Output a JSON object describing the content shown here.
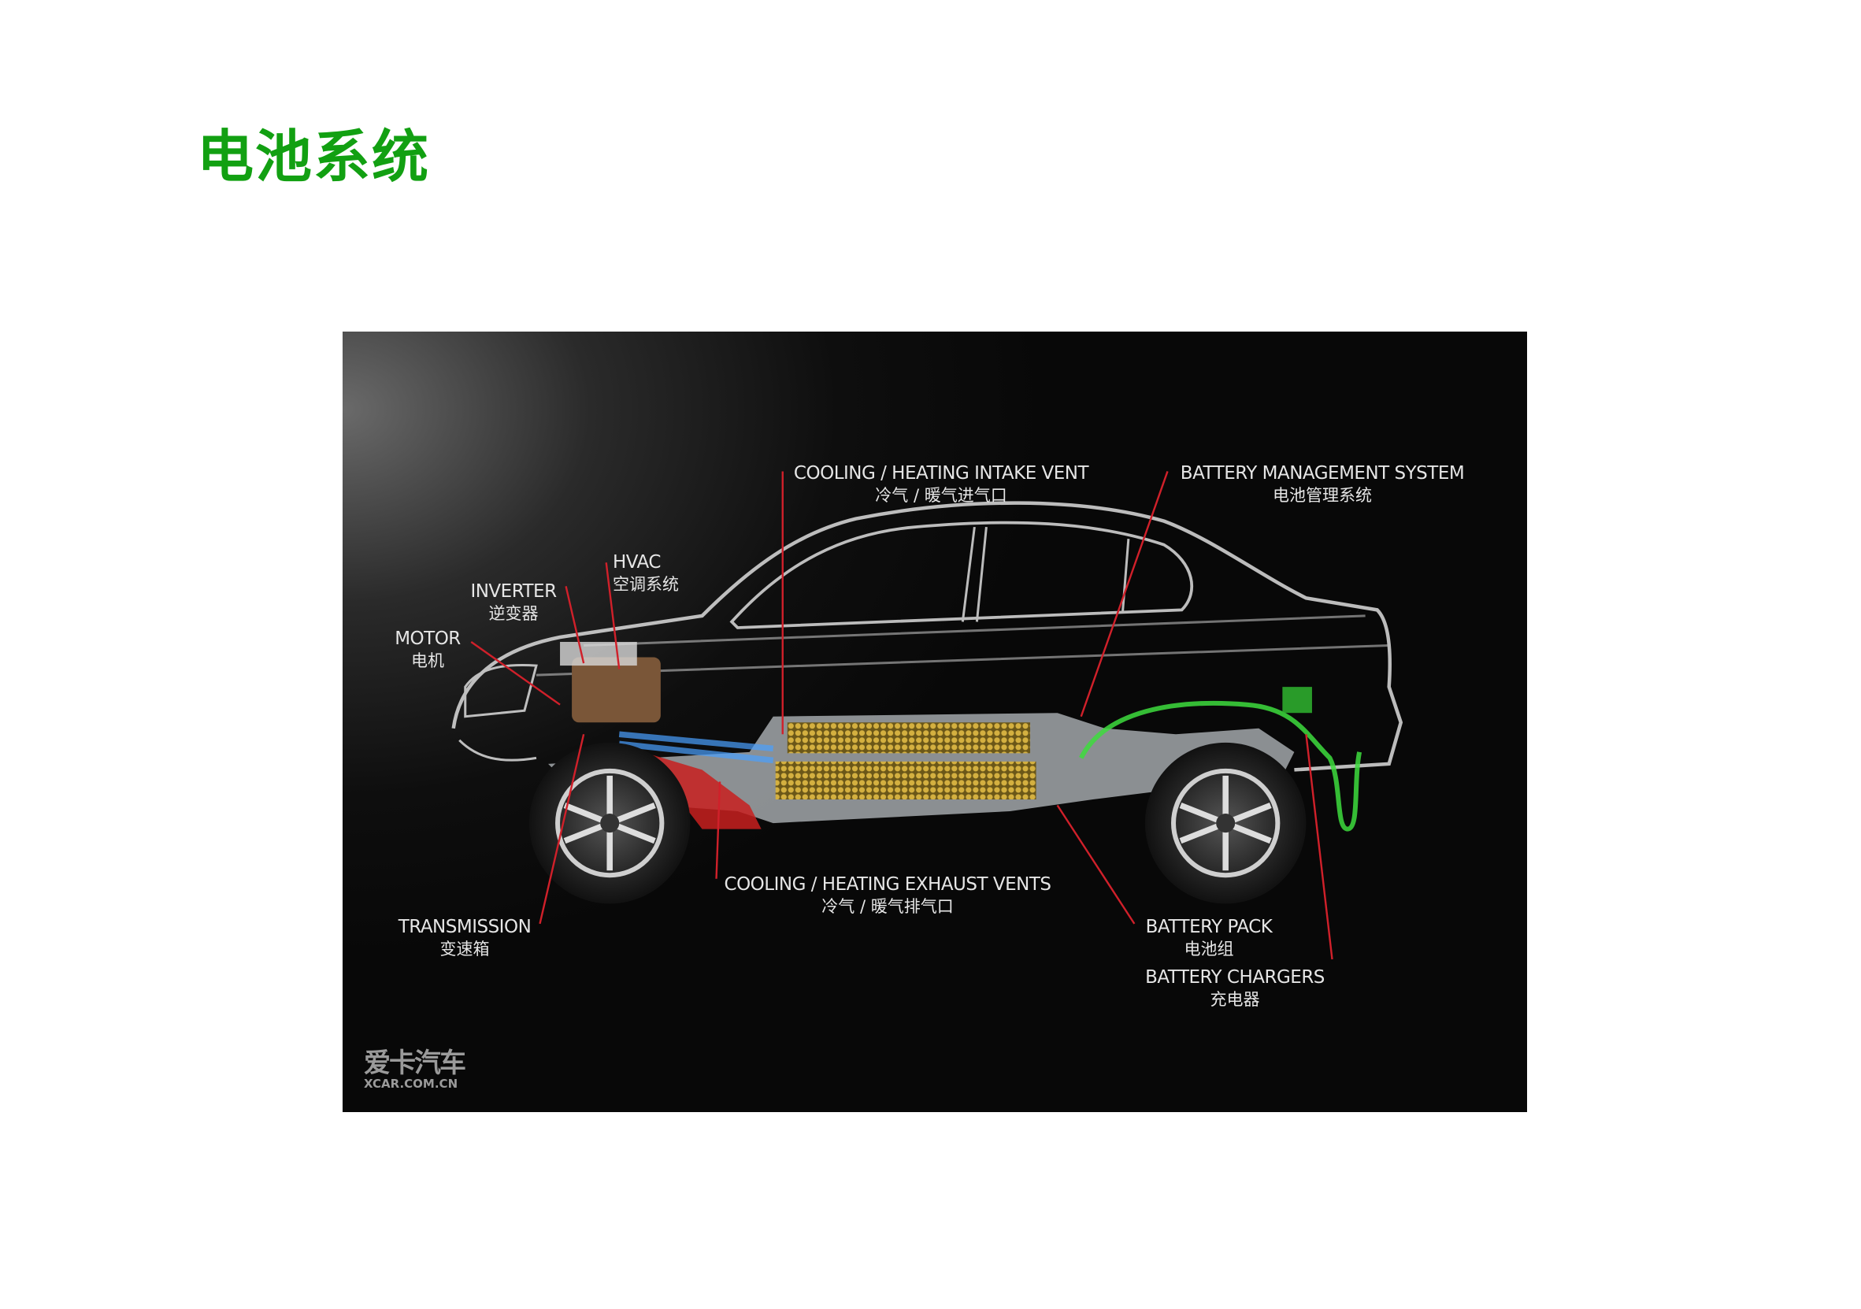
{
  "page_title": "电池系统",
  "colors": {
    "title": "#12a012",
    "leader_lines": "#d0202a",
    "cables": "#3ddc3d",
    "battery_cells": "#c9a63a"
  },
  "figure": {
    "labels": [
      {
        "key": "cooling_intake",
        "en": "COOLING / HEATING INTAKE VENT",
        "zh": "冷气 / 暖气进气口"
      },
      {
        "key": "bms",
        "en": "BATTERY MANAGEMENT SYSTEM",
        "zh": "电池管理系统"
      },
      {
        "key": "hvac",
        "en": "HVAC",
        "zh": "空调系统"
      },
      {
        "key": "inverter",
        "en": "INVERTER",
        "zh": "逆变器"
      },
      {
        "key": "motor",
        "en": "MOTOR",
        "zh": "电机"
      },
      {
        "key": "cooling_exhaust",
        "en": "COOLING / HEATING EXHAUST VENTS",
        "zh": "冷气 / 暖气排气口"
      },
      {
        "key": "transmission",
        "en": "TRANSMISSION",
        "zh": "变速箱"
      },
      {
        "key": "battery_pack",
        "en": "BATTERY PACK",
        "zh": "电池组"
      },
      {
        "key": "battery_chargers",
        "en": "BATTERY CHARGERS",
        "zh": "充电器"
      }
    ],
    "watermark": {
      "zh": "爱卡汽车",
      "en": "XCAR.COM.CN"
    }
  }
}
